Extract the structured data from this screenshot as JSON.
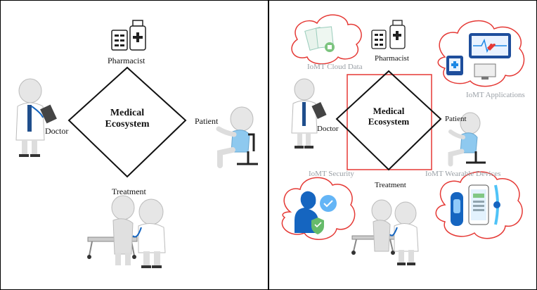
{
  "left_panel": {
    "center_title": "Medical",
    "center_subtitle": "Ecosystem",
    "labels": {
      "pharmacist": "Pharmacist",
      "doctor": "Doctor",
      "patient": "Patient",
      "treatment": "Treatment"
    }
  },
  "right_panel": {
    "center_title": "Medical",
    "center_subtitle": "Ecosystem",
    "labels": {
      "pharmacist": "Pharmacist",
      "doctor": "Doctor",
      "patient": "Patient",
      "treatment": "Treatment"
    },
    "iot_labels": {
      "cloud_data": "IoMT Cloud Data",
      "applications": "IoMT Applications",
      "security": "IoMT Security",
      "wearable": "IoMT Wearable Devices"
    }
  },
  "colors": {
    "cloud_outline": "#e53935",
    "square_outline": "#e53935",
    "doctor_coat": "#ffffff",
    "figure_body": "#dcdcdc",
    "stethoscope": "#1565c0",
    "chair": "#222222",
    "patient_gown": "#8ec9ef"
  }
}
